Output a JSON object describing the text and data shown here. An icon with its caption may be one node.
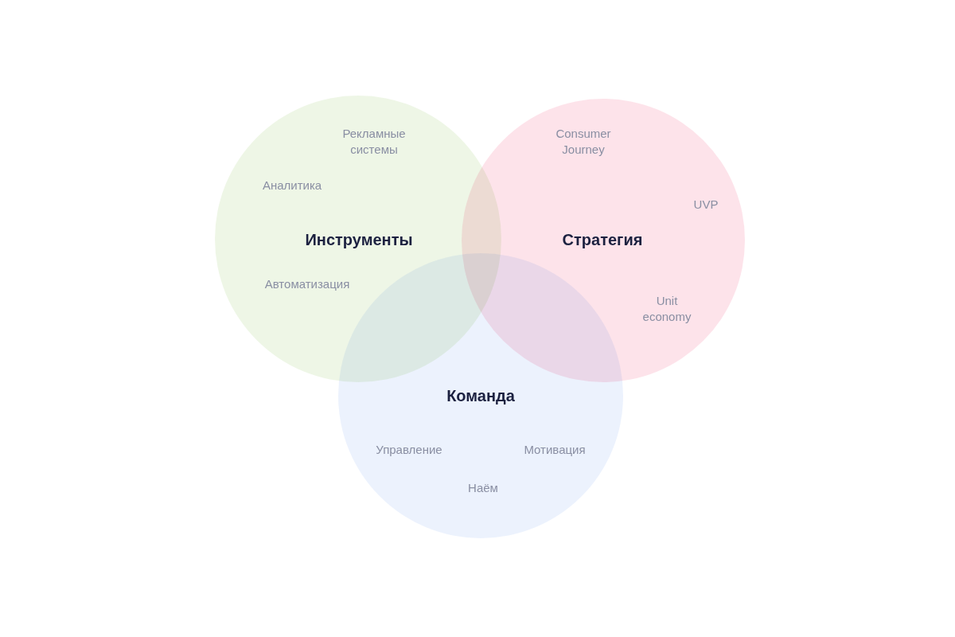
{
  "diagram": {
    "nodes": [
      {
        "text": [
          "Рекламные системы",
          "Аналитика",
          "Инструменты",
          "Автоматизация"
        ]
      },
      {
        "text": [
          "Consumer Journey",
          "UVP",
          "Стратегия",
          "Unit economy"
        ]
      },
      {
        "text": [
          "Команда",
          "Управление",
          "Мотивация",
          "Наём"
        ]
      }
    ],
    "edges": []
  }
}
